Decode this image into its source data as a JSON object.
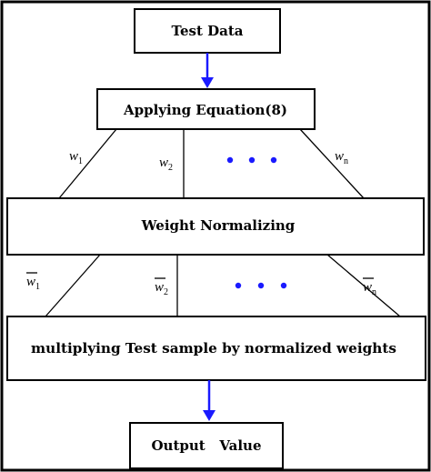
{
  "boxes": {
    "test_data": "Test Data",
    "applying_equation": "Applying Equation(8)",
    "weight_normalizing": "Weight Normalizing",
    "multiplying": "multiplying Test sample by normalized weights",
    "output": "Output   Value"
  },
  "weights": {
    "symbol": "w",
    "subscripts": [
      "1",
      "2",
      "n"
    ]
  },
  "normalized_weights": {
    "symbol": "w",
    "subscripts": [
      "1",
      "2",
      "n"
    ]
  },
  "colors": {
    "arrow": "#1a1aff",
    "dots": "#1a1aff",
    "border": "#000000"
  }
}
